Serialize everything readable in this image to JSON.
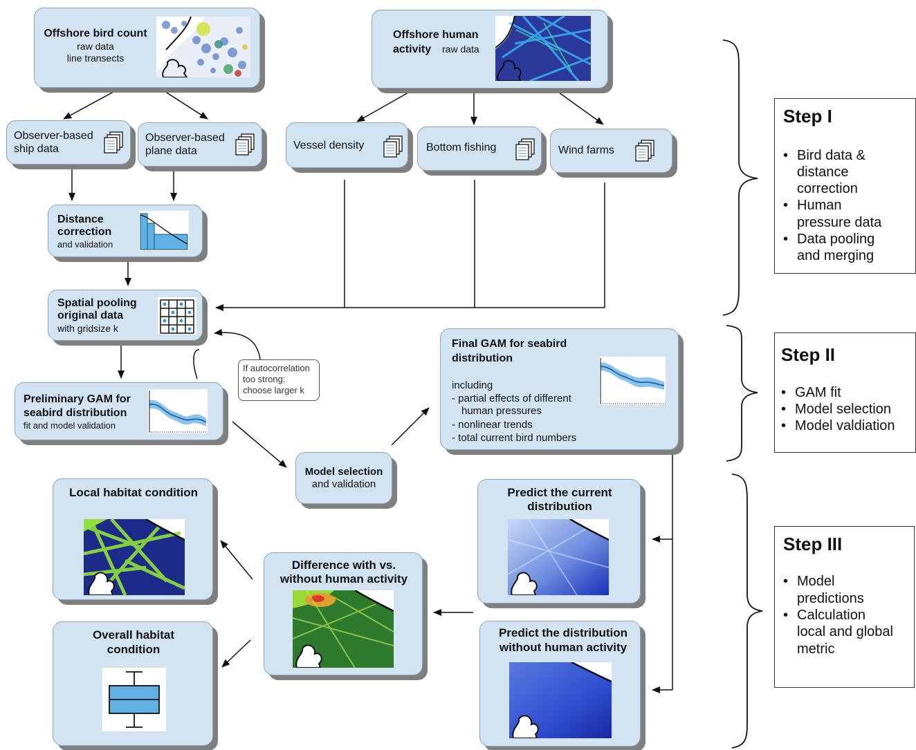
{
  "boxes": {
    "bird_raw": {
      "title": "Offshore bird count",
      "l1": "raw data",
      "l2": "line transects"
    },
    "human_raw": {
      "title_a": "Offshore human",
      "title_b": "activity",
      "suffix": "raw data"
    },
    "ship": {
      "l1": "Observer-based",
      "l2": "ship data"
    },
    "plane": {
      "l1": "Observer-based",
      "l2": "plane data"
    },
    "vessel": {
      "label": "Vessel density"
    },
    "bottom": {
      "label": "Bottom fishing"
    },
    "wind": {
      "label": "Wind farms"
    },
    "distance": {
      "l1": "Distance",
      "l2": "correction",
      "l3": "and  validation"
    },
    "pooling": {
      "l1": "Spatial pooling",
      "l2": "original data",
      "l3": "with gridsize k"
    },
    "prelim": {
      "l1": "Preliminary GAM for",
      "l2": "seabird distribution",
      "l3": "fit  and  model  validation"
    },
    "final": {
      "l1": "Final GAM for seabird",
      "l2": "distribution",
      "l3": "including",
      "l4": "- partial effects of different",
      "l5": "human pressures",
      "l6": "- nonlinear trends",
      "l7": "- total current bird numbers"
    },
    "model_sel": {
      "l1": "Model selection",
      "l2": "and validation"
    },
    "local": {
      "title": "Local habitat condition"
    },
    "overall": {
      "l1": "Overall habitat",
      "l2": "condition"
    },
    "difference": {
      "l1": "Difference with vs.",
      "l2": "without human activity"
    },
    "predict_current": {
      "l1": "Predict the current",
      "l2": "distribution"
    },
    "predict_without": {
      "l1": "Predict the distribution",
      "l2": "without human activity"
    }
  },
  "note": {
    "l1": "If  autocorrelation",
    "l2": "too  strong:",
    "l3": "choose larger  k"
  },
  "steps": [
    {
      "title": "Step I",
      "items": [
        [
          "Bird data &",
          "distance",
          "correction"
        ],
        [
          "Human",
          "pressure data"
        ],
        [
          "Data pooling",
          "and merging"
        ]
      ]
    },
    {
      "title": "Step II",
      "items": [
        [
          "GAM fit"
        ],
        [
          "Model selection"
        ],
        [
          "Model valdiation"
        ]
      ]
    },
    {
      "title": "Step III",
      "items": [
        [
          "Model",
          "predictions"
        ],
        [
          "Calculation",
          "local and global",
          "metric"
        ]
      ]
    }
  ],
  "colors": {
    "box_fill": "#d2e3f2",
    "box_border": "#8ea4b8",
    "shadow": "#7f7f7f",
    "curve": "#3a94d6",
    "band": "#8cc3ea",
    "hist": "#5fb0e3"
  },
  "icons": {
    "document": "document-stack-icon",
    "bullet": "•"
  }
}
